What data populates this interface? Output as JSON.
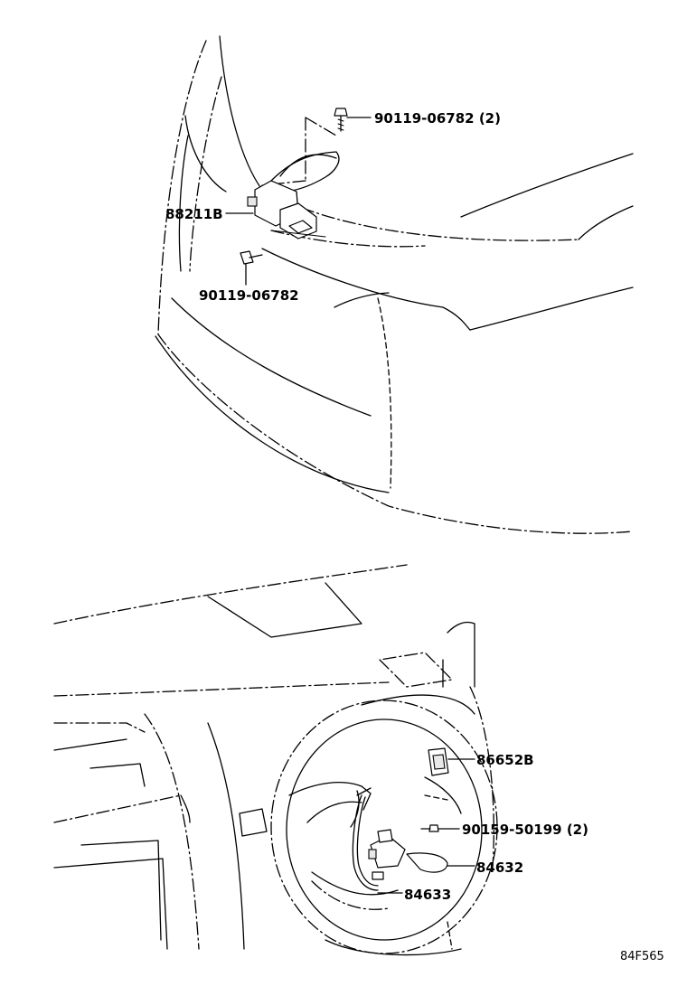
{
  "labels": {
    "bolt_top": "90119-06782 (2)",
    "sensor": "88211B",
    "bolt_bottom": "90119-06782",
    "switch_right": "86652B",
    "screw_steering": "90159-50199 (2)",
    "switch_assy": "84632",
    "wire_assy": "84633"
  },
  "diagram_code": "84F565"
}
